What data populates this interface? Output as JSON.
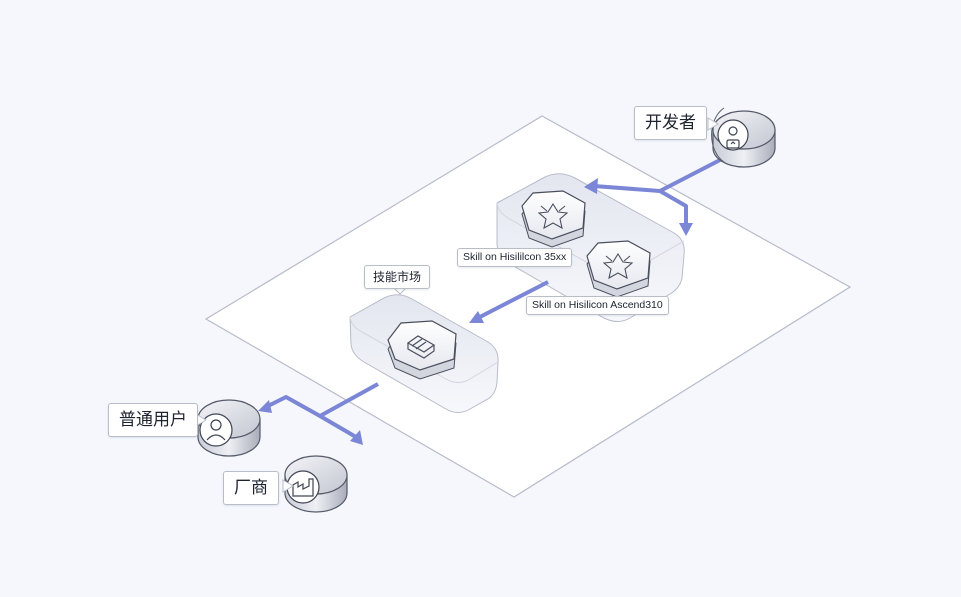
{
  "labels": {
    "developer": "开发者",
    "skill_35xx": "Skill on Hisililcon 35xx",
    "skill_ascend": "Skill on Hisilicon Ascend310",
    "skill_market": "技能市场",
    "user": "普通用户",
    "vendor": "厂商"
  },
  "icons": {
    "developer": "developer-badge-icon",
    "chip_35xx": "chip-icon",
    "chip_ascend": "chip-icon",
    "market": "skill-market-icon",
    "user": "person-icon",
    "vendor": "factory-icon"
  },
  "colors": {
    "arrow": "#7b86d6",
    "platform": "#ffffff",
    "platform_border": "#b8bccb",
    "background": "#f5f7fd"
  }
}
